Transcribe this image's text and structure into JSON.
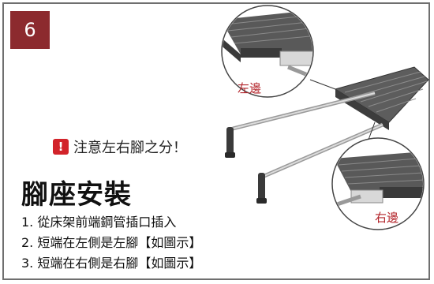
{
  "step_number": "6",
  "warning": {
    "text": "注意左右腳之分！",
    "icon": "exclamation-icon"
  },
  "title": "腳座安裝",
  "steps": [
    "1. 從床架前端鋼管插口插入",
    "2. 短端在左側是左腳【如圖示】",
    "3. 短端在右側是右腳【如圖示】"
  ],
  "callouts": {
    "left": "左邊",
    "right": "右邊"
  },
  "colors": {
    "accent": "#8c2a2e",
    "warning": "#d2232a",
    "callout_text": "#b3242a"
  }
}
